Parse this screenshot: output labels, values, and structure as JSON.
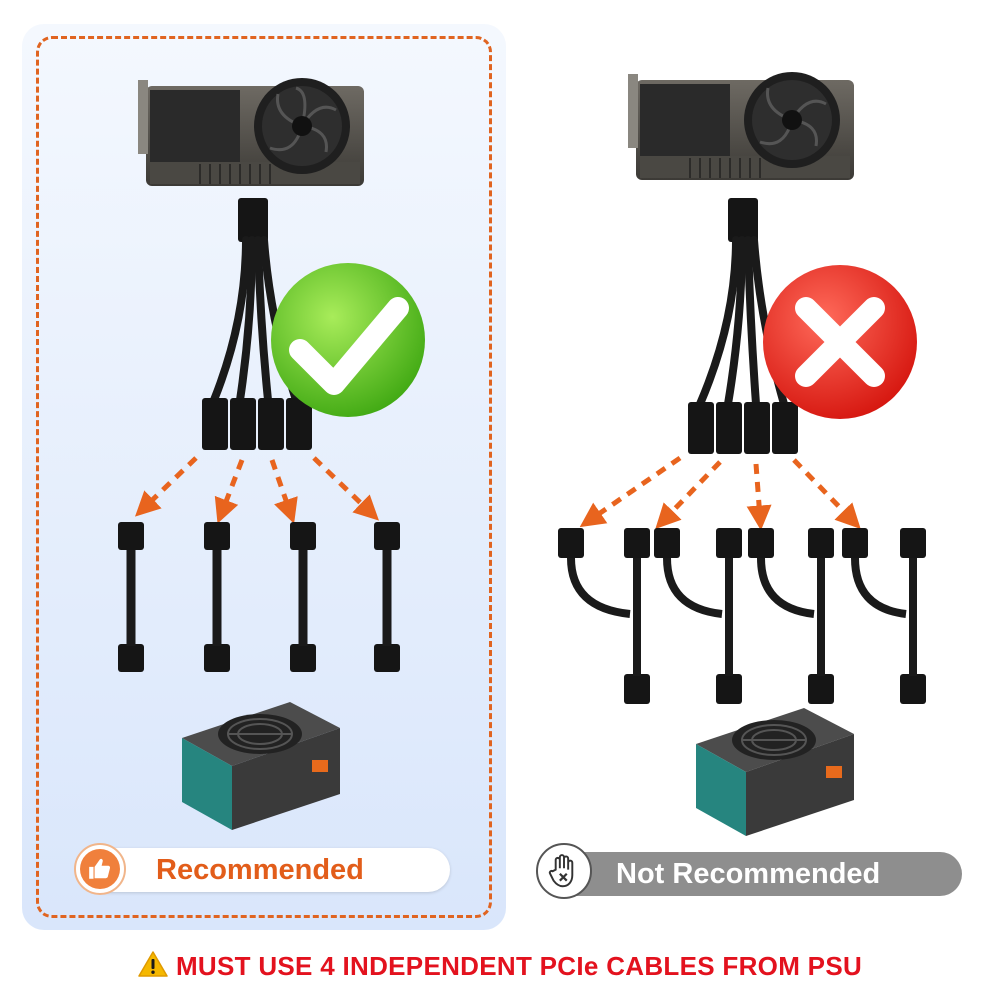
{
  "left_panel": {
    "badge_icon": "thumbs-up-icon",
    "label": "Recommended",
    "status_icon": "checkmark-icon",
    "accent_color": "#e25d1a",
    "status_color": "#5fc82a"
  },
  "right_panel": {
    "badge_icon": "stop-hand-icon",
    "label": "Not Recommended",
    "status_icon": "cross-icon",
    "status_color": "#e5271f",
    "pill_color": "#8e8e8e"
  },
  "footer": {
    "warning_icon": "warning-icon",
    "text": "MUST USE 4 INDEPENDENT PCIe CABLES FROM PSU",
    "color": "#e3121e"
  }
}
